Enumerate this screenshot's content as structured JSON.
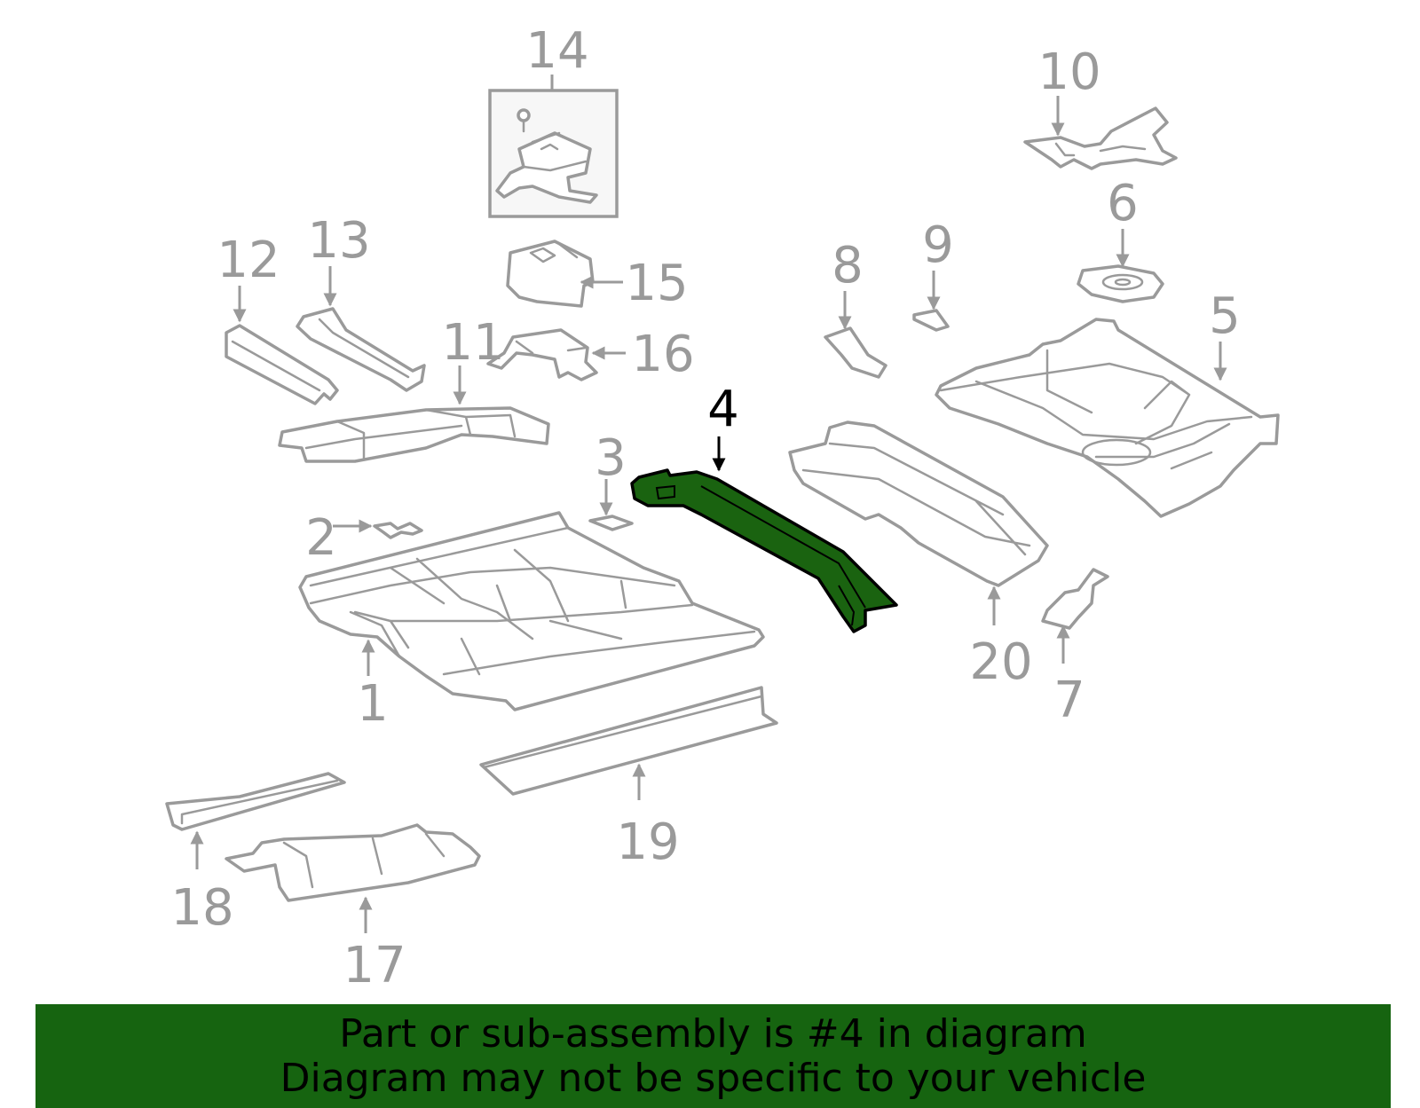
{
  "diagram": {
    "highlighted_part": "4",
    "callouts": [
      "1",
      "2",
      "3",
      "4",
      "5",
      "6",
      "7",
      "8",
      "9",
      "10",
      "11",
      "12",
      "13",
      "14",
      "15",
      "16",
      "17",
      "18",
      "19",
      "20"
    ]
  },
  "banner": {
    "line1": "Part or sub-assembly is #4 in diagram",
    "line2": "Diagram may not be specific to your vehicle"
  },
  "colors": {
    "highlight_fill": "#1a6310",
    "banner_background": "#166410",
    "part_outline": "#9a9a9a"
  }
}
